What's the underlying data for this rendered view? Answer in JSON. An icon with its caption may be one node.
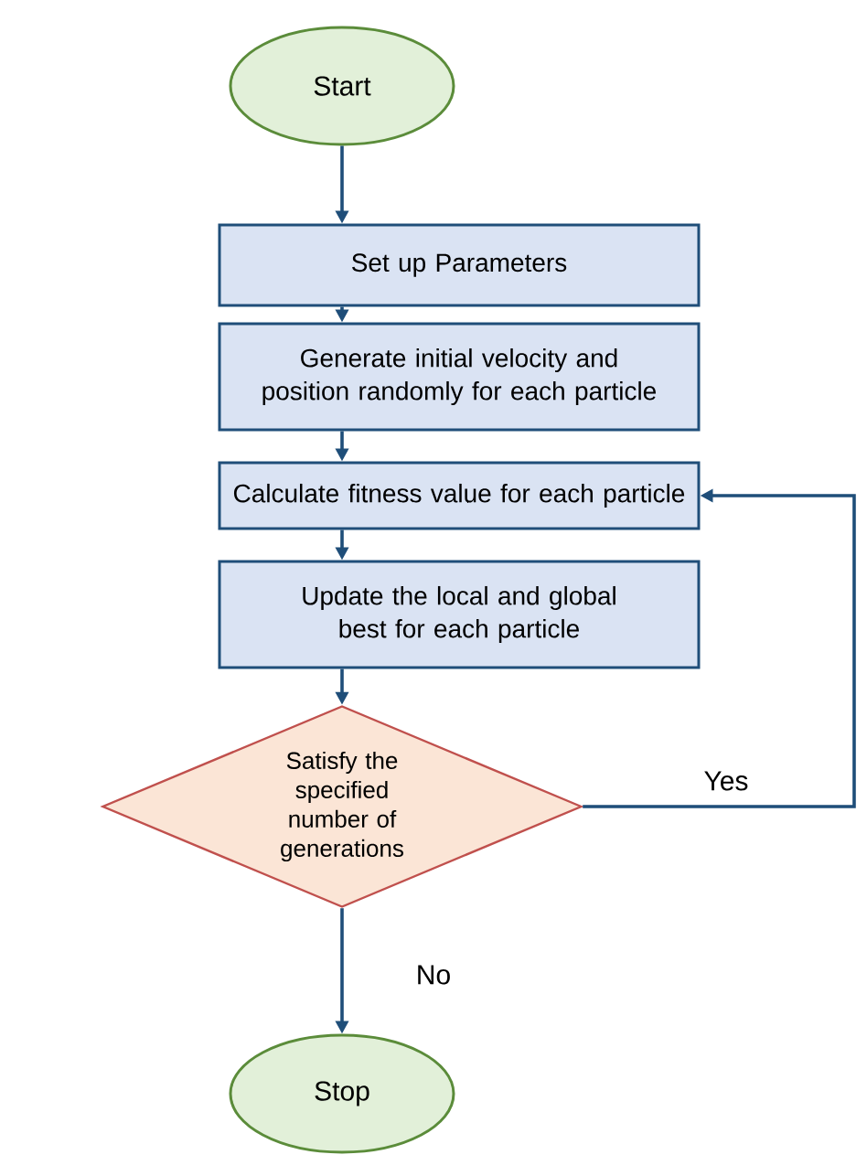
{
  "diagram": {
    "nodes": [
      {
        "text": [
          "Start"
        ]
      },
      {
        "text": [
          "Set up Parameters"
        ]
      },
      {
        "text": [
          "Generate initial velocity and position randomly for each particle"
        ]
      },
      {
        "text": [
          "Calculate fitness value for each particle"
        ]
      },
      {
        "text": [
          "Update the local and global best for each particle"
        ]
      },
      {
        "text": [
          "Satisfy the specified number of generations"
        ]
      },
      {
        "text": [
          "Stop"
        ]
      }
    ],
    "edges": [
      {
        "from": 0,
        "to": 1,
        "arrow": "to"
      },
      {
        "from": 1,
        "to": 2,
        "arrow": "to"
      },
      {
        "from": 2,
        "to": 3,
        "arrow": "to"
      },
      {
        "from": 3,
        "to": 4,
        "arrow": "to"
      },
      {
        "from": 4,
        "to": 5,
        "arrow": "to"
      },
      {
        "from": 5,
        "to": 3,
        "arrow": "to",
        "label": "Yes"
      },
      {
        "from": 5,
        "to": 6,
        "arrow": "to",
        "label": "No"
      }
    ]
  }
}
